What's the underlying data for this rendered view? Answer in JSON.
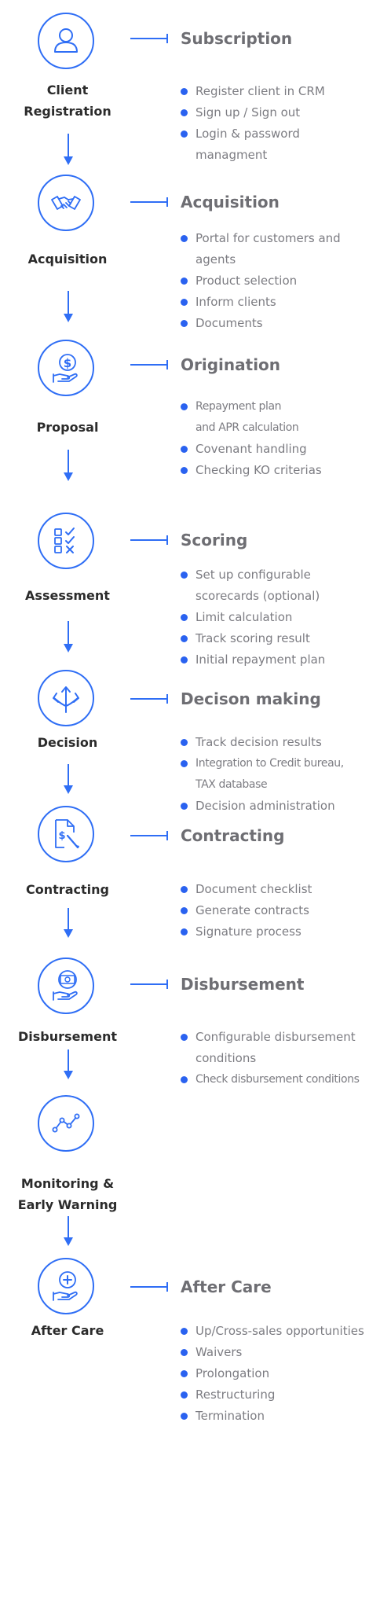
{
  "colors": {
    "accent": "#2f6ef5",
    "bullet": "#2a62f0",
    "stage_label": "#2b2b2b",
    "phase_title": "#6e6e73",
    "bullet_text": "#7c7c82"
  },
  "stages": [
    {
      "label": "Client\nRegistration",
      "icon": "user-icon"
    },
    {
      "label": "Acquisition",
      "icon": "handshake-icon"
    },
    {
      "label": "Proposal",
      "icon": "dollar-hand-icon"
    },
    {
      "label": "Assessment",
      "icon": "checklist-icon"
    },
    {
      "label": "Decision",
      "icon": "decision-arrows-icon"
    },
    {
      "label": "Contracting",
      "icon": "contract-pen-icon"
    },
    {
      "label": "Disbursement",
      "icon": "cash-hand-icon"
    },
    {
      "label": "Monitoring &\nEarly Warning",
      "icon": "line-chart-icon"
    },
    {
      "label": "After Care",
      "icon": "plus-hand-icon"
    }
  ],
  "phases": [
    {
      "title": "Subscription",
      "items": [
        "Register client in CRM",
        "Sign up / Sign out",
        "Login & password\nmanagment"
      ]
    },
    {
      "title": "Acquisition",
      "items": [
        "Portal for customers and\nagents",
        "Product selection",
        "Inform clients",
        "Documents"
      ]
    },
    {
      "title": "Origination",
      "items": [
        "Repayment plan\nand APR calculation",
        "Covenant handling",
        "Checking KO criterias"
      ]
    },
    {
      "title": "Scoring",
      "items": [
        "Set up configurable\nscorecards (optional)",
        "Limit calculation",
        "Track scoring result",
        "Initial repayment plan"
      ]
    },
    {
      "title": "Decison making",
      "items": [
        "Track decision results",
        "Integration to Credit bureau,\nTAX database",
        "Decision administration"
      ]
    },
    {
      "title": "Contracting",
      "items": [
        "Document checklist",
        "Generate contracts",
        "Signature process"
      ]
    },
    {
      "title": "Disbursement",
      "items": [
        "Configurable disbursement\nconditions",
        "Check disbursement conditions"
      ]
    },
    {
      "title": "After Care",
      "items": [
        "Up/Cross-sales opportunities",
        "Waivers",
        "Prolongation",
        "Restructuring",
        "Termination"
      ]
    }
  ]
}
